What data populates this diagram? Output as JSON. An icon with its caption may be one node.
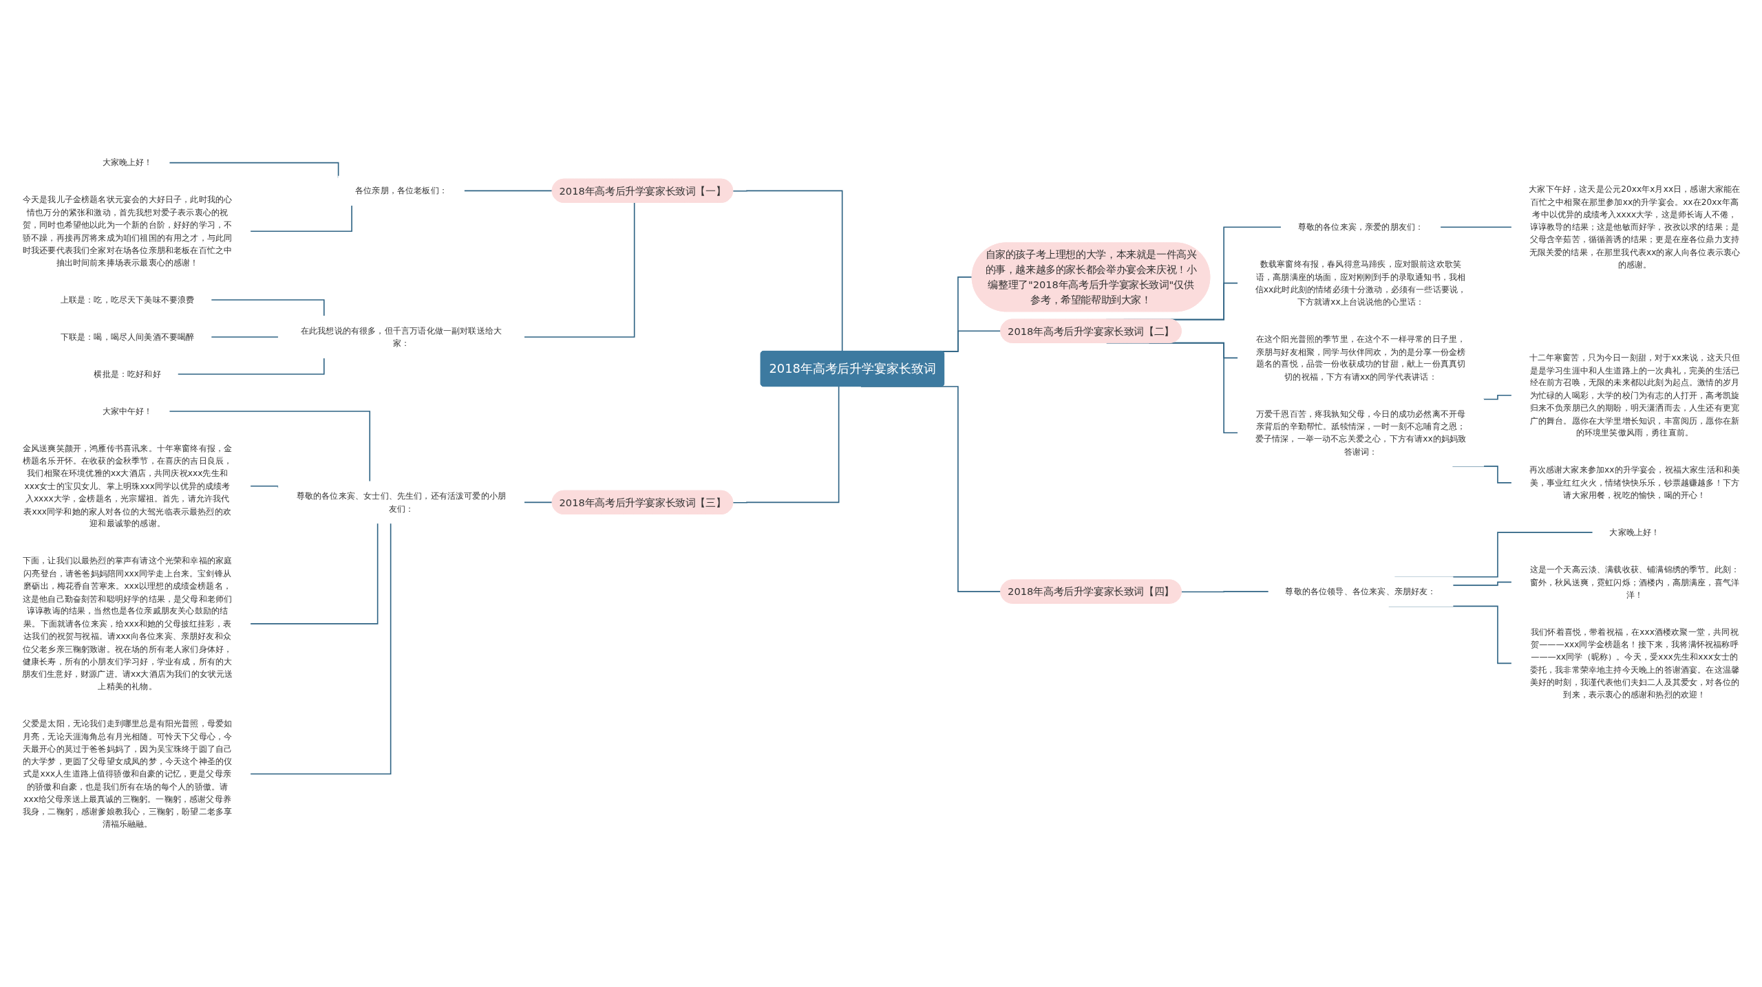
{
  "diagram": {
    "nodes": [
      {
        "text": [
          "2018年高考后升学宴家长致词"
        ]
      },
      {
        "text": [
          "自家的孩子考上理想的大学，本来就是一件高兴的事，越来越多的家长都会举办宴会来庆祝！小编整理了\"2018年高考后升学宴家长致词\"仅供参考，希望能帮助到大家！"
        ]
      },
      {
        "text": [
          "2018年高考后升学宴家长致词【一】"
        ]
      },
      {
        "text": [
          "各位亲朋，各位老板们："
        ]
      },
      {
        "text": [
          "大家晚上好！"
        ]
      },
      {
        "text": [
          "今天是我儿子金榜题名状元宴会的大好日子，此时我的心情也万分的紧张和激动，首先我想对爱子表示衷心的祝贺，同时也希望他以此为一个新的台阶，好好的学习，不骄不躁，再接再厉将来成为咱们祖国的有用之才，与此同时我还要代表我们全家对在场各位亲朋和老板在百忙之中抽出时间前来捧场表示最衷心的感谢！"
        ]
      },
      {
        "text": [
          "在此我想说的有很多，但千言万语化做一副对联送给大家："
        ]
      },
      {
        "text": [
          "上联是：吃，吃尽天下美味不要浪费"
        ]
      },
      {
        "text": [
          "下联是：喝，喝尽人间美酒不要喝醉"
        ]
      },
      {
        "text": [
          "横批是：吃好和好"
        ]
      },
      {
        "text": [
          "2018年高考后升学宴家长致词【二】"
        ]
      },
      {
        "text": [
          "尊敬的各位来宾，亲爱的朋友们："
        ]
      },
      {
        "text": [
          "大家下午好，这天是公元20xx年x月xx日，感谢大家能在百忙之中相聚在那里参加xx的升学宴会。xx在20xx年高考中以优异的成绩考入xxxx大学，这是师长诲人不倦，谆谆教导的结果；这是他敏而好学，孜孜以求的结果；是父母含辛茹苦，循循善诱的结果；更是在座各位鼎力支持无限关爱的结果，在那里我代表xx的家人向各位表示衷心的感谢。"
        ]
      },
      {
        "text": [
          "数载寒窗终有报，春风得意马蹄疾，应对眼前这欢歌笑语，高朋满座的场面，应对刚刚到手的录取通知书，我相信xx此时此刻的情绪必须十分激动，必须有一些话要说，下方就请xx上台说说他的心里话："
        ]
      },
      {
        "text": [
          "在这个阳光普照的季节里，在这个不一样寻常的日子里，亲朋与好友相聚，同学与伙伴同欢，为的是分享一份金榜题名的喜悦，品尝一份收获成功的甘甜，献上一份真真切切的祝福，下方有请xx的同学代表讲话："
        ]
      },
      {
        "text": [
          "万爱千恩百苦，疼我孰知父母，今日的成功必然离不开母亲背后的辛勤帮忙。舐犊情深，一时一刻不忘哺育之恩；爱子情深，一举一动不忘关爱之心，下方有请xx的妈妈致答谢词："
        ]
      },
      {
        "text": [
          "十二年寒窗苦，只为今日一刻甜，对于xx来说，这天只但是是学习生涯中和人生道路上的一次典礼，完美的生活已经在前方召唤，无限的未来都以此刻为起点。激情的岁月为忙碌的人喝彩，大学的校门为有志的人打开，高考凯旋归来不负亲朋已久的期盼，明天潇洒而去，人生还有更宽广的舞台。愿你在大学里增长知识，丰富阅历，愿你在新的环境里笑傲风雨，勇往直前。"
        ]
      },
      {
        "text": [
          "再次感谢大家来参加xx的升学宴会，祝福大家生活和和美美，事业红红火火，情绪快快乐乐，钞票越赚越多！下方请大家用餐，祝吃的愉快，喝的开心！"
        ]
      },
      {
        "text": [
          "2018年高考后升学宴家长致词【三】"
        ]
      },
      {
        "text": [
          "尊敬的各位来宾、女士们、先生们，还有活泼可爱的小朋友们："
        ]
      },
      {
        "text": [
          "大家中午好！"
        ]
      },
      {
        "text": [
          "金风送爽笑颜开，鸿雁传书喜讯来。十年寒窗终有报，金榜题名乐开怀。在收获的金秋季节，在喜庆的吉日良辰，我们相聚在环境优雅的xx大酒店，共同庆祝xxx先生和xxx女士的宝贝女儿、掌上明珠xxx同学以优异的成绩考入xxxx大学，金榜题名，光宗耀祖。首先，请允许我代表xxx同学和她的家人对各位的大驾光临表示最热烈的欢迎和最诚挚的感谢。"
        ]
      },
      {
        "text": [
          "下面，让我们以最热烈的掌声有请这个光荣和幸福的家庭闪亮登台，请爸爸妈妈陪同xxx同学走上台来。宝剑锋从磨砺出，梅花香自苦寒来。xxx以理想的成绩金榜题名，这是他自己勤奋刻苦和聪明好学的结果，是父母和老师们谆谆教诲的结果，当然也是各位亲戚朋友关心鼓励的结果。下面就请各位来宾，给xxx和她的父母披红挂彩，表达我们的祝贺与祝福。请xxx向各位来宾、亲朋好友和众位父老乡亲三鞠躬致谢。祝在场的所有老人家们身体好，健康长寿，所有的小朋友们学习好，学业有成，所有的大朋友们生意好，财源广进。请xx大酒店为我们的女状元送上精美的礼物。"
        ]
      },
      {
        "text": [
          "父爱是太阳，无论我们走到哪里总是有阳光普照，母爱如月亮，无论天涯海角总有月光相随。可怜天下父母心，今天最开心的莫过于爸爸妈妈了，因为吴宝珠终于圆了自己的大学梦，更圆了父母望女成凤的梦，今天这个神圣的仪式是xxx人生道路上值得骄傲和自豪的记忆，更是父母亲的骄傲和自豪，也是我们所有在场的每个人的骄傲。请xxx给父母亲送上最真诚的三鞠躬。一鞠躬，感谢父母养我身，二鞠躬，感谢爹娘教我心，三鞠躬，盼望二老多享清福乐融融。"
        ]
      },
      {
        "text": [
          "2018年高考后升学宴家长致词【四】"
        ]
      },
      {
        "text": [
          "尊敬的各位领导、各位来宾、亲朋好友："
        ]
      },
      {
        "text": [
          "大家晚上好！"
        ]
      },
      {
        "text": [
          "这是一个天高云淡、满载收获、铺满锦绣的季节。此刻：窗外，秋风送爽，霓虹闪烁；酒楼内，高朋满座，喜气洋洋！"
        ]
      },
      {
        "text": [
          "我们怀着喜悦，带着祝福，在xxx酒楼欢聚一堂，共同祝贺———xxx同学金榜题名！接下来，我将满怀祝福称呼———xx同学（昵称）。今天，受xxx先生和xxx女士的委托，我非常荣幸地主持今天晚上的答谢酒宴。在这温馨美好的时刻，我谨代表他们夫妇二人及其爱女，对各位的到来，表示衷心的感谢和热烈的欢迎！"
        ]
      }
    ],
    "edges": [
      {
        "from": 0,
        "to": 1,
        "arrow": "none"
      },
      {
        "from": 0,
        "to": 2,
        "arrow": "none"
      },
      {
        "from": 2,
        "to": 3,
        "arrow": "none"
      },
      {
        "from": 3,
        "to": 4,
        "arrow": "none"
      },
      {
        "from": 3,
        "to": 5,
        "arrow": "none"
      },
      {
        "from": 2,
        "to": 6,
        "arrow": "none"
      },
      {
        "from": 6,
        "to": 7,
        "arrow": "none"
      },
      {
        "from": 6,
        "to": 8,
        "arrow": "none"
      },
      {
        "from": 6,
        "to": 9,
        "arrow": "none"
      },
      {
        "from": 0,
        "to": 10,
        "arrow": "none"
      },
      {
        "from": 10,
        "to": 11,
        "arrow": "none"
      },
      {
        "from": 11,
        "to": 12,
        "arrow": "none"
      },
      {
        "from": 10,
        "to": 13,
        "arrow": "none"
      },
      {
        "from": 10,
        "to": 14,
        "arrow": "none"
      },
      {
        "from": 10,
        "to": 15,
        "arrow": "none"
      },
      {
        "from": 15,
        "to": 16,
        "arrow": "none"
      },
      {
        "from": 15,
        "to": 17,
        "arrow": "none"
      },
      {
        "from": 0,
        "to": 18,
        "arrow": "none"
      },
      {
        "from": 18,
        "to": 19,
        "arrow": "none"
      },
      {
        "from": 19,
        "to": 20,
        "arrow": "none"
      },
      {
        "from": 19,
        "to": 21,
        "arrow": "none"
      },
      {
        "from": 19,
        "to": 22,
        "arrow": "none"
      },
      {
        "from": 19,
        "to": 23,
        "arrow": "none"
      },
      {
        "from": 0,
        "to": 24,
        "arrow": "none"
      },
      {
        "from": 24,
        "to": 25,
        "arrow": "none"
      },
      {
        "from": 25,
        "to": 26,
        "arrow": "none"
      },
      {
        "from": 25,
        "to": 27,
        "arrow": "none"
      },
      {
        "from": 25,
        "to": 28,
        "arrow": "none"
      }
    ]
  }
}
